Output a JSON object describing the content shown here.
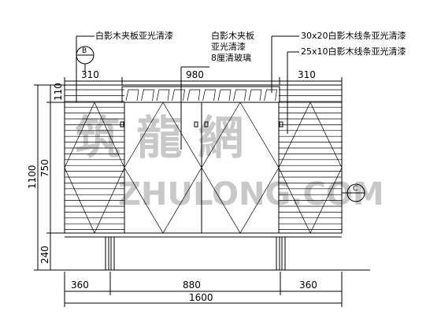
{
  "drawing": {
    "overall_width": "1600",
    "overall_height": "1100",
    "top_dims": [
      "310",
      "980",
      "310"
    ],
    "bottom_dims": [
      "360",
      "880",
      "360"
    ],
    "left_dims": [
      "110",
      "750",
      "240"
    ]
  },
  "callouts": {
    "left_top": "白影木夹板亚光清漆",
    "center_1": "白影木夹板",
    "center_2": "亚光清漆",
    "center_3": "8厘清玻璃",
    "right_1": "30x20白影木线条亚光清漆",
    "right_2": "25x10白影木线条亚光清漆"
  },
  "section_marks": {
    "b": "B",
    "c": "C"
  },
  "watermark": {
    "chinese": "筑 龍 網",
    "latin": "ZHULONG.COM"
  }
}
